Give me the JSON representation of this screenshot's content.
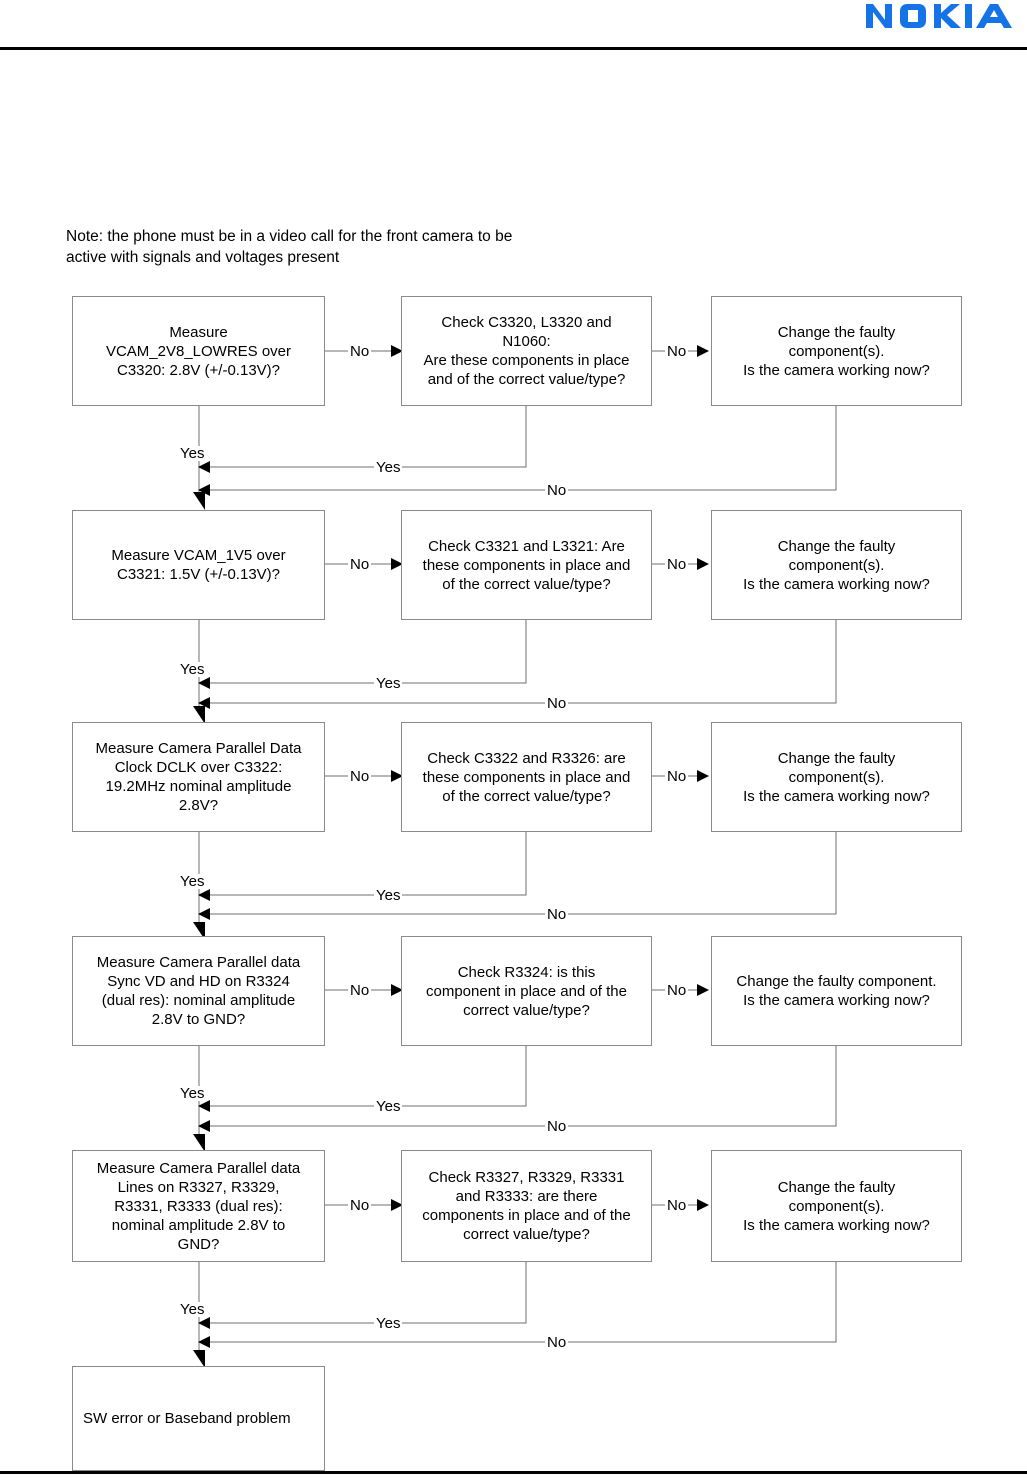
{
  "page": {
    "brand": "NOKIA",
    "brand_color": "#1473e6",
    "note": "Note: the phone must be in a video call for the front camera to be\nactive with signals and voltages present"
  },
  "flowchart": {
    "type": "troubleshooting-flowchart",
    "edge_labels": {
      "yes": "Yes",
      "no": "No"
    },
    "rows": [
      {
        "id": "row-1",
        "measure": "Measure\nVCAM_2V8_LOWRES over\nC3320: 2.8V (+/-0.13V)?",
        "check": "Check C3320, L3320 and\nN1060:\nAre these components in place\nand of the correct value/type?",
        "change": "Change the faulty\ncomponent(s).\nIs the camera working now?"
      },
      {
        "id": "row-2",
        "measure": "Measure VCAM_1V5 over\nC3321: 1.5V (+/-0.13V)?",
        "check": "Check C3321 and L3321: Are\nthese components in place and\nof the correct value/type?",
        "change": "Change the faulty\ncomponent(s).\nIs the camera working now?"
      },
      {
        "id": "row-3",
        "measure": "Measure Camera Parallel Data\nClock DCLK over C3322:\n19.2MHz nominal amplitude\n2.8V?",
        "check": "Check C3322 and R3326: are\nthese components in place and\nof the correct value/type?",
        "change": "Change the faulty\ncomponent(s).\nIs the camera working now?"
      },
      {
        "id": "row-4",
        "measure": "Measure Camera Parallel data\nSync VD and HD on R3324\n(dual res): nominal amplitude\n2.8V to GND?",
        "check": "Check R3324: is this\ncomponent in place and of the\ncorrect value/type?",
        "change": "Change the faulty component.\nIs the camera working now?"
      },
      {
        "id": "row-5",
        "measure": "Measure Camera Parallel data\nLines on R3327, R3329,\nR3331, R3333 (dual res):\nnominal amplitude 2.8V to\nGND?",
        "check": "Check R3327, R3329, R3331\nand R3333: are there\ncomponents in place and of the\ncorrect value/type?",
        "change": "Change the faulty\ncomponent(s).\nIs the camera working now?"
      }
    ],
    "terminal": "SW error or Baseband problem"
  }
}
